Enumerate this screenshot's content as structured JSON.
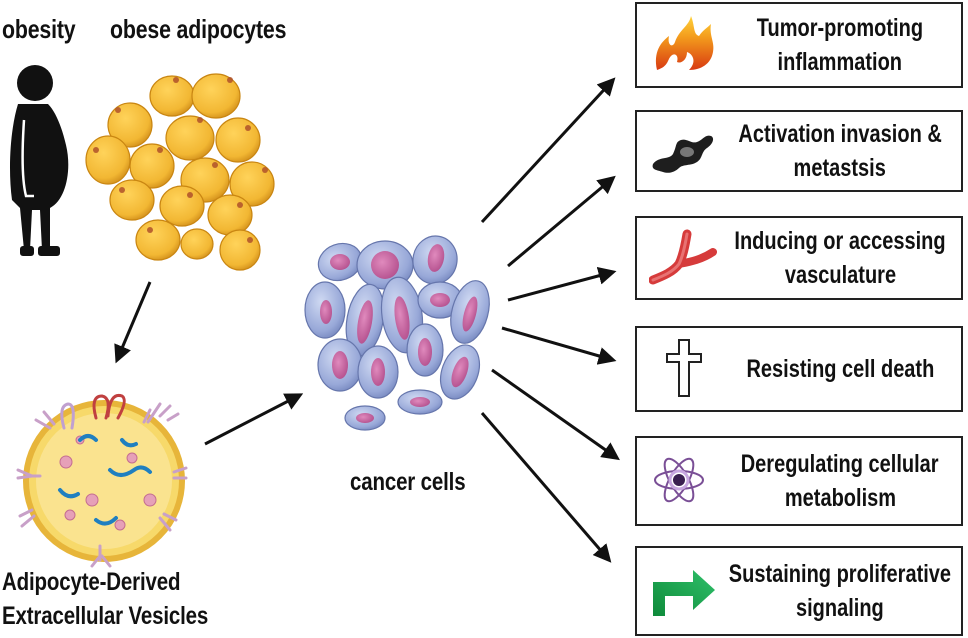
{
  "labels": {
    "obesity": "obesity",
    "obese_adipocytes": "obese adipocytes",
    "vesicles_line1": "Adipocyte-Derived",
    "vesicles_line2": "Extracellular Vesicles",
    "cancer_cells": "cancer cells"
  },
  "hallmarks": [
    {
      "line1": "Tumor-promoting",
      "line2": "inflammation",
      "icon": "flame-icon"
    },
    {
      "line1": "Activation invasion &",
      "line2": "metastsis",
      "icon": "cell-invasion-icon"
    },
    {
      "line1": "Inducing or accessing",
      "line2": "vasculature",
      "icon": "blood-vessel-icon"
    },
    {
      "line1": "Resisting cell death",
      "line2": "",
      "icon": "cross-icon"
    },
    {
      "line1": "Deregulating cellular",
      "line2": "metabolism",
      "icon": "atom-icon"
    },
    {
      "line1": "Sustaining proliferative",
      "line2": "signaling",
      "icon": "turn-arrow-icon"
    }
  ],
  "colors": {
    "adipocyte": "#f2b733",
    "cancer_cell": "#98a8d8",
    "nucleus": "#c8609a",
    "vesicle": "#f7d96a"
  }
}
